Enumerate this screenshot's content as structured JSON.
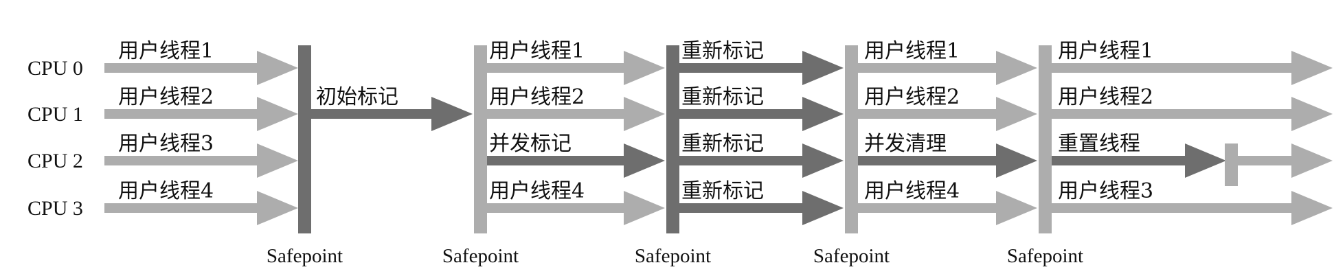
{
  "colors": {
    "light": "#adadad",
    "medium": "#8c8c8c",
    "dark": "#6e6e6e",
    "text": "#111111"
  },
  "cpus": [
    "CPU 0",
    "CPU 1",
    "CPU 2",
    "CPU 3"
  ],
  "safepoint_label": "Safepoint",
  "phases": [
    {
      "name": "phase-1",
      "tracks": [
        {
          "label": "用户线程1",
          "tone": "light"
        },
        {
          "label": "用户线程2",
          "tone": "light"
        },
        {
          "label": "用户线程3",
          "tone": "light"
        },
        {
          "label": "用户线程4",
          "tone": "light"
        }
      ]
    },
    {
      "name": "phase-2",
      "single": {
        "label": "初始标记",
        "tone": "dark"
      }
    },
    {
      "name": "phase-3",
      "tracks": [
        {
          "label": "用户线程1",
          "tone": "light"
        },
        {
          "label": "用户线程2",
          "tone": "light"
        },
        {
          "label": "并发标记",
          "tone": "dark"
        },
        {
          "label": "用户线程4",
          "tone": "light"
        }
      ]
    },
    {
      "name": "phase-4",
      "tracks": [
        {
          "label": "重新标记",
          "tone": "dark"
        },
        {
          "label": "重新标记",
          "tone": "dark"
        },
        {
          "label": "重新标记",
          "tone": "dark"
        },
        {
          "label": "重新标记",
          "tone": "dark"
        }
      ]
    },
    {
      "name": "phase-5",
      "tracks": [
        {
          "label": "用户线程1",
          "tone": "light"
        },
        {
          "label": "用户线程2",
          "tone": "light"
        },
        {
          "label": "并发清理",
          "tone": "dark"
        },
        {
          "label": "用户线程4",
          "tone": "light"
        }
      ]
    },
    {
      "name": "phase-6",
      "tracks": [
        {
          "label": "用户线程1",
          "tone": "light"
        },
        {
          "label": "用户线程2",
          "tone": "light"
        },
        {
          "label": "重置线程",
          "tone": "dark"
        },
        {
          "label": "用户线程3",
          "tone": "light"
        }
      ]
    }
  ],
  "safepoints": [
    {
      "tone": "dark"
    },
    {
      "tone": "light"
    },
    {
      "tone": "dark"
    },
    {
      "tone": "light"
    },
    {
      "tone": "light"
    }
  ]
}
